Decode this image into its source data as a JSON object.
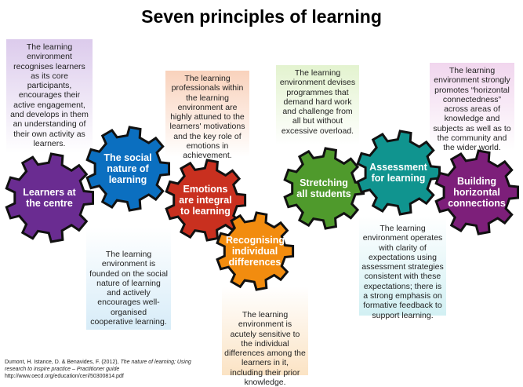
{
  "title": "Seven principles of learning",
  "principles": [
    {
      "label": "Learners at the centre",
      "color": "#6a2c91",
      "description": "The learning environment recognises learners as its core participants, encourages their active engagement, and develops in them an understanding of their own activity as learners."
    },
    {
      "label": "The social nature of learning",
      "color": "#0b6fc0",
      "description": "The learning environment is founded on the social nature of learning and actively encourages well-organised cooperative learning."
    },
    {
      "label": "Emotions are integral to learning",
      "color": "#c9301f",
      "description": "The learning professionals within the learning environment are highly attuned to the learners' motivations and the key role of emotions in achievement."
    },
    {
      "label": "Recognising individual differences",
      "color": "#f28c0f",
      "description": "The learning environment is acutely sensitive to the individual differences among the learners in it, including their prior knowledge."
    },
    {
      "label": "Stretching all students",
      "color": "#4f9a2c",
      "description": "The learning environment devises programmes that demand hard work and challenge from all but without excessive overload."
    },
    {
      "label": "Assessment for learning",
      "color": "#10948f",
      "description": "The learning environment operates with clarity of expectations using assessment strategies consistent with these expectations; there is a strong emphasis on formative feedback to support learning."
    },
    {
      "label": "Building horizontal connections",
      "color": "#7d1f7a",
      "description": "The learning environment strongly promotes “horizontal connectedness” across areas of knowledge and subjects as well as to the community and the wider world."
    }
  ],
  "citation": {
    "authors": "Dumont, H. Istance, D. & Benavides, F. (2012), ",
    "work": "The nature of learning; Using research to inspire practice – Practitioner guide",
    "url": "http://www.oecd.org/education/ceri/50300814.pdf"
  }
}
